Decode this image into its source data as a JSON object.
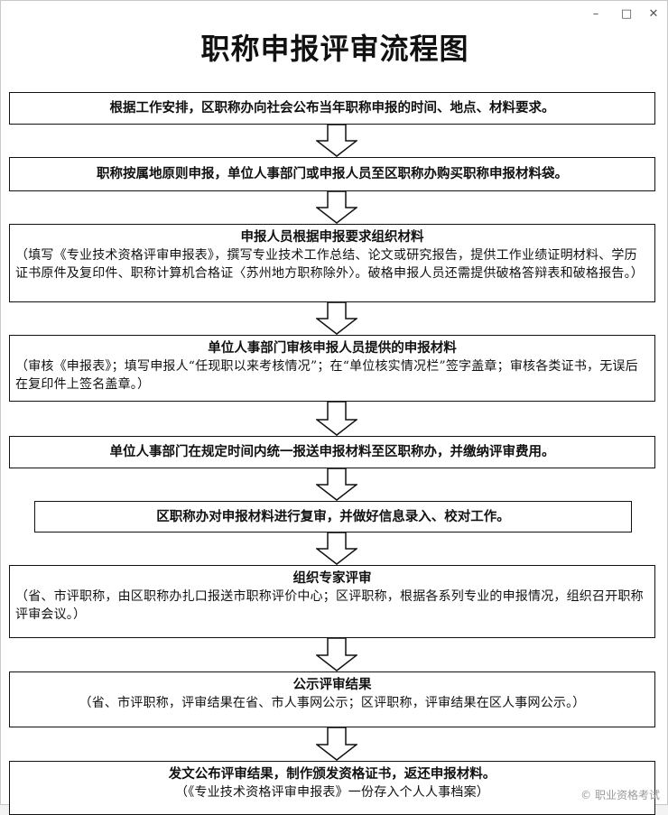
{
  "window": {
    "minimize_glyph": "–",
    "maximize_glyph": "□",
    "close_glyph": "✕"
  },
  "title": "职称申报评审流程图",
  "steps": [
    {
      "head": "根据工作安排，区职称办向社会公布当年职称申报的时间、地点、材料要求。"
    },
    {
      "head": "职称按属地原则申报，单位人事部门或申报人员至区职称办购买职称申报材料袋。"
    },
    {
      "head": "申报人员根据申报要求组织材料",
      "body": "（填写《专业技术资格评审申报表》，撰写专业技术工作总结、论文或研究报告，提供工作业绩证明材料、学历证书原件及复印件、职称计算机合格证〈苏州地方职称除外〉。破格申报人员还需提供破格答辩表和破格报告。）"
    },
    {
      "head": "单位人事部门审核申报人员提供的申报材料",
      "body": "（审核《申报表》；填写申报人“任现职以来考核情况”；在“单位核实情况栏”签字盖章；审核各类证书，无误后在复印件上签名盖章。）"
    },
    {
      "head": "单位人事部门在规定时间内统一报送申报材料至区职称办，并缴纳评审费用。"
    },
    {
      "head": "区职称办对申报材料进行复审，并做好信息录入、校对工作。"
    },
    {
      "head": "组织专家评审",
      "body": "（省、市评职称，由区职称办扎口报送市职称评价中心；区评职称，根据各系列专业的申报情况，组织召开职称评审会议。）"
    },
    {
      "head": "公示评审结果",
      "body": "（省、市评职称，评审结果在省、市人事网公示；区评职称，评审结果在区人事网公示。）"
    },
    {
      "head": "发文公布评审结果，制作颁发资格证书，返还申报材料。",
      "body": "（《专业技术资格评审申报表》一份存入个人人事档案）"
    }
  ],
  "watermark": "© 职业资格考试"
}
